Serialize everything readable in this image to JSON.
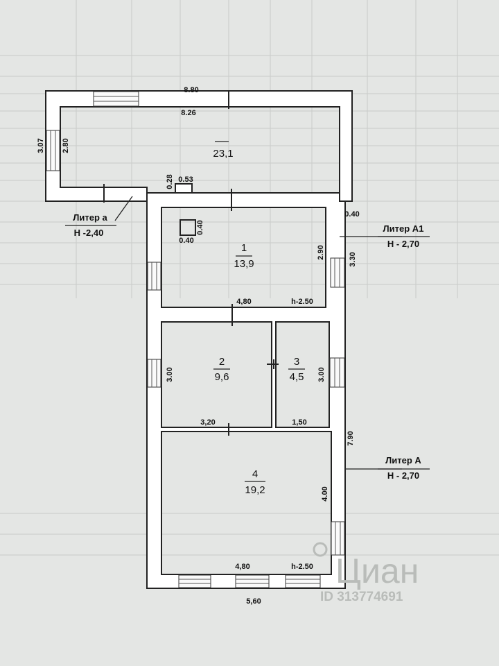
{
  "plan": {
    "liter_a_small": {
      "name": "Литер а",
      "height": "Н -2,40"
    },
    "liter_a1": {
      "name": "Литер А1",
      "height": "Н - 2,70"
    },
    "liter_a": {
      "name": "Литер А",
      "height": "Н - 2,70"
    },
    "rooms": [
      {
        "num": "",
        "area": "23,1"
      },
      {
        "num": "1",
        "area": "13,9"
      },
      {
        "num": "2",
        "area": "9,6"
      },
      {
        "num": "3",
        "area": "4,5"
      },
      {
        "num": "4",
        "area": "19,2"
      }
    ],
    "dims": {
      "top_outer": "8.80",
      "top_inner": "8.26",
      "left_outer": "3.07",
      "left_inner": "2.80",
      "chimney_w": "0.53",
      "chimney_h": "0.28",
      "wall_t": "0.40",
      "stove_w": "0.40",
      "stove_h": "0.40",
      "r1_right": "2.90",
      "a1_outer": "3.30",
      "r1_bottom": "4,80",
      "ceiling_1": "h-2.50",
      "r2_left": "3.00",
      "r2_bottom": "3,20",
      "r3_right": "3.00",
      "r3_bottom": "1,50",
      "a_outer": "7.90",
      "r4_right": "4.00",
      "r4_bottom": "4,80",
      "ceiling_4": "h-2.50",
      "total_bottom": "5,60"
    }
  },
  "watermark": {
    "brand": "Циан",
    "id": "ID 313774691"
  }
}
